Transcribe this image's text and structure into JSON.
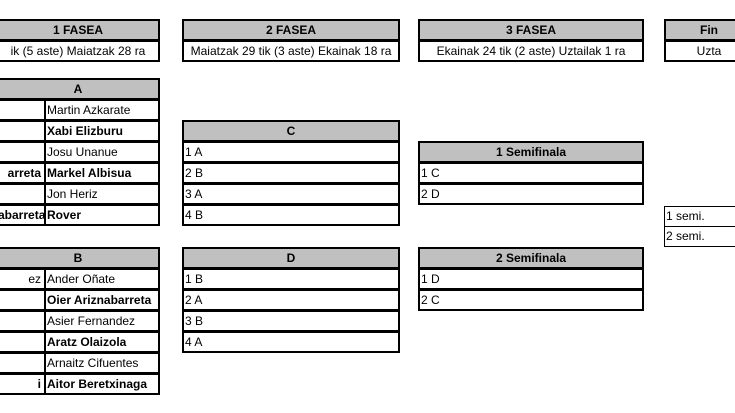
{
  "phases": {
    "p1": {
      "title": "1 FASEA",
      "dates": "ik (5 aste) Maiatzak 28 ra"
    },
    "p2": {
      "title": "2 FASEA",
      "dates": "Maiatzak 29 tik (3 aste) Ekainak 18 ra"
    },
    "p3": {
      "title": "3 FASEA",
      "dates": "Ekainak 24 tik (2 aste) Uztailak 1 ra"
    },
    "p4": {
      "title": "Fin",
      "dates": "Uzta"
    }
  },
  "groupA": {
    "title": "A",
    "rows": [
      {
        "left": "",
        "right": "Martin Azkarate"
      },
      {
        "left": "",
        "right": "Xabi Elizburu"
      },
      {
        "left": "",
        "right": "Josu Unanue"
      },
      {
        "left": "arreta",
        "right": "Markel Albisua"
      },
      {
        "left": "",
        "right": "Jon Heriz"
      },
      {
        "left": "abarreta",
        "right": "Rover"
      }
    ]
  },
  "groupB": {
    "title": "B",
    "rows": [
      {
        "left": "ez",
        "right": "Ander Oñate"
      },
      {
        "left": "",
        "right": "Oier Ariznabarreta"
      },
      {
        "left": "",
        "right": "Asier Fernandez"
      },
      {
        "left": "",
        "right": "Aratz Olaizola"
      },
      {
        "left": "",
        "right": "Arnaitz Cifuentes"
      },
      {
        "left": "i",
        "right": "Aitor Beretxinaga"
      }
    ]
  },
  "groupC": {
    "title": "C",
    "rows": [
      "1 A",
      "2 B",
      "3 A",
      "4 B"
    ]
  },
  "groupD": {
    "title": "D",
    "rows": [
      "1 B",
      "2 A",
      "3 B",
      "4 A"
    ]
  },
  "semi1": {
    "title": "1 Semifinala",
    "rows": [
      "1 C",
      "2 D"
    ]
  },
  "semi2": {
    "title": "2 Semifinala",
    "rows": [
      "1 D",
      "2 C"
    ]
  },
  "final": {
    "rows": [
      "1 semi.",
      "2 semi."
    ]
  }
}
